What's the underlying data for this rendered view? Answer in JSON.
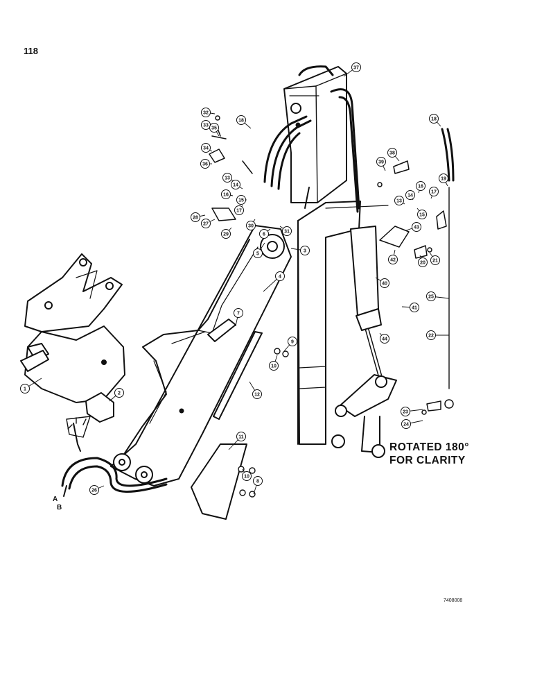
{
  "page": {
    "number": "118",
    "figure_code": "7408008"
  },
  "note": {
    "line1": "ROTATED 180°",
    "line2": "FOR CLARITY"
  },
  "end_labels": {
    "a": "A",
    "b": "B"
  },
  "callouts": [
    {
      "id": "c1",
      "label": "1"
    },
    {
      "id": "c2",
      "label": "2"
    },
    {
      "id": "c3",
      "label": "3"
    },
    {
      "id": "c4",
      "label": "4"
    },
    {
      "id": "c5",
      "label": "5"
    },
    {
      "id": "c6",
      "label": "6"
    },
    {
      "id": "c7",
      "label": "7"
    },
    {
      "id": "c8",
      "label": "8"
    },
    {
      "id": "c9",
      "label": "9"
    },
    {
      "id": "c10a",
      "label": "10"
    },
    {
      "id": "c10b",
      "label": "10"
    },
    {
      "id": "c11",
      "label": "11"
    },
    {
      "id": "c12",
      "label": "12"
    },
    {
      "id": "c13a",
      "label": "13"
    },
    {
      "id": "c13b",
      "label": "13"
    },
    {
      "id": "c14a",
      "label": "14"
    },
    {
      "id": "c14b",
      "label": "14"
    },
    {
      "id": "c15a",
      "label": "15"
    },
    {
      "id": "c15b",
      "label": "15"
    },
    {
      "id": "c16a",
      "label": "16"
    },
    {
      "id": "c16b",
      "label": "16"
    },
    {
      "id": "c17a",
      "label": "17"
    },
    {
      "id": "c17b",
      "label": "17"
    },
    {
      "id": "c18a",
      "label": "18"
    },
    {
      "id": "c18b",
      "label": "18"
    },
    {
      "id": "c19",
      "label": "19"
    },
    {
      "id": "c20",
      "label": "20"
    },
    {
      "id": "c21",
      "label": "21"
    },
    {
      "id": "c22",
      "label": "22"
    },
    {
      "id": "c23",
      "label": "23"
    },
    {
      "id": "c24",
      "label": "24"
    },
    {
      "id": "c25",
      "label": "25"
    },
    {
      "id": "c26",
      "label": "26"
    },
    {
      "id": "c27",
      "label": "27"
    },
    {
      "id": "c28",
      "label": "28"
    },
    {
      "id": "c29",
      "label": "29"
    },
    {
      "id": "c30",
      "label": "30"
    },
    {
      "id": "c31",
      "label": "31"
    },
    {
      "id": "c32",
      "label": "32"
    },
    {
      "id": "c33",
      "label": "33"
    },
    {
      "id": "c34",
      "label": "34"
    },
    {
      "id": "c35",
      "label": "35"
    },
    {
      "id": "c36",
      "label": "36"
    },
    {
      "id": "c37",
      "label": "37"
    },
    {
      "id": "c38",
      "label": "38"
    },
    {
      "id": "c39",
      "label": "39"
    },
    {
      "id": "c40",
      "label": "40"
    },
    {
      "id": "c41",
      "label": "41"
    },
    {
      "id": "c42",
      "label": "42"
    },
    {
      "id": "c43",
      "label": "43"
    },
    {
      "id": "c44",
      "label": "44"
    }
  ]
}
